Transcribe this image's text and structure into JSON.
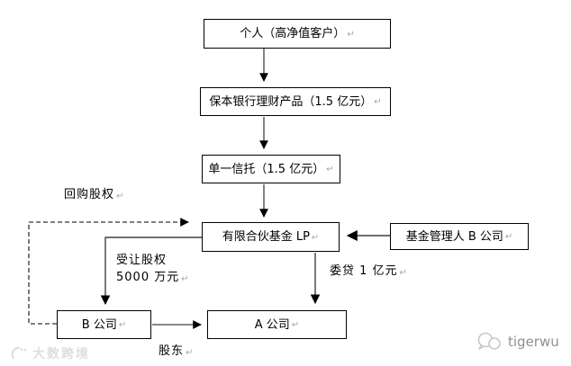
{
  "diagram": {
    "boxes": [
      {
        "id": "individual",
        "label": "个人（高净值客户）"
      },
      {
        "id": "wmp",
        "label": "保本银行理财产品（1.5 亿元）"
      },
      {
        "id": "trust",
        "label": "单一信托（1.5 亿元）"
      },
      {
        "id": "lp_fund",
        "label": "有限合伙基金 LP"
      },
      {
        "id": "manager",
        "label": "基金管理人 B 公司"
      },
      {
        "id": "company_b",
        "label": "B 公司"
      },
      {
        "id": "company_a",
        "label": "A 公司"
      }
    ],
    "edge_labels": {
      "repurchase": "回购股权",
      "transfer_line1": "受让股权",
      "transfer_line2": "5000 万元",
      "entrusted_loan": "委贷 1 亿元",
      "shareholder": "股东"
    },
    "amounts": {
      "wmp_amount": "1.5 亿元",
      "trust_amount": "1.5 亿元",
      "transfer_amount": "5000 万元",
      "loan_amount": "1 亿元"
    },
    "marks": {
      "paragraph_return": "↵"
    }
  },
  "watermarks": {
    "left_brand": "大数跨境",
    "right_brand": "tigerwu"
  },
  "colors": {
    "box_border": "#000000",
    "connector": "#404040",
    "paragraph_mark": "#a6a6a6",
    "watermark_left": "#dedede",
    "watermark_right": "#8f8f8f"
  }
}
